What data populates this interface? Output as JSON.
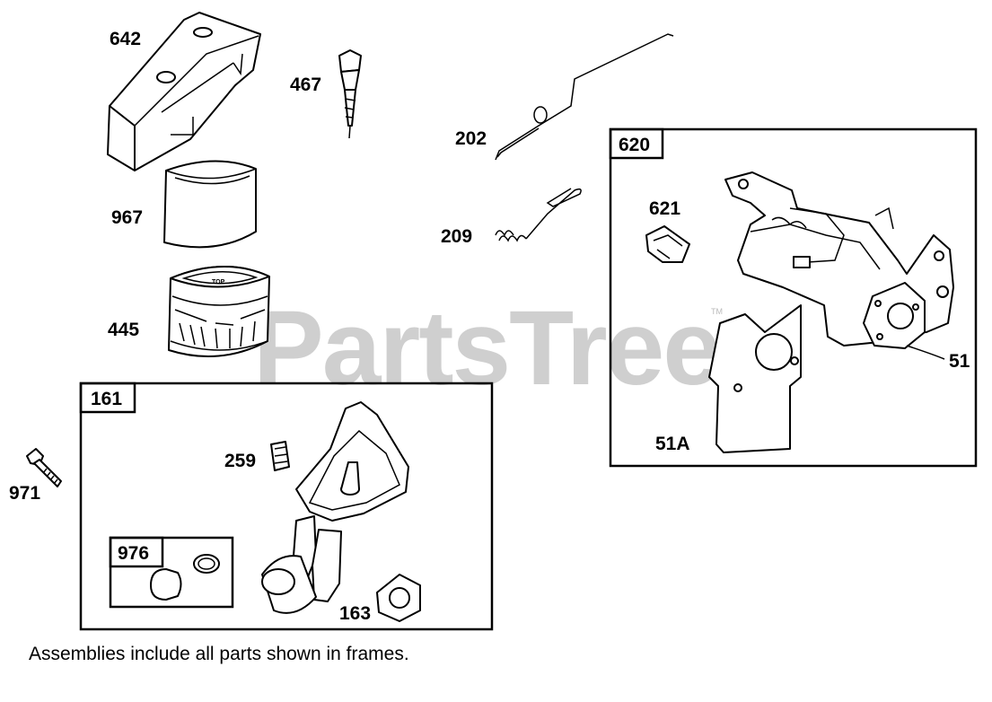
{
  "watermark": "PartsTree",
  "trademark": "TM",
  "note": "Assemblies include all parts shown in frames.",
  "parts": {
    "p642": "642",
    "p467": "467",
    "p967": "967",
    "p445": "445",
    "p202": "202",
    "p209": "209",
    "p621": "621",
    "p51": "51",
    "p51a": "51A",
    "p259": "259",
    "p971": "971",
    "p163": "163"
  },
  "frames": {
    "f620": "620",
    "f161": "161",
    "f976": "976"
  },
  "logo_text": "TOP"
}
